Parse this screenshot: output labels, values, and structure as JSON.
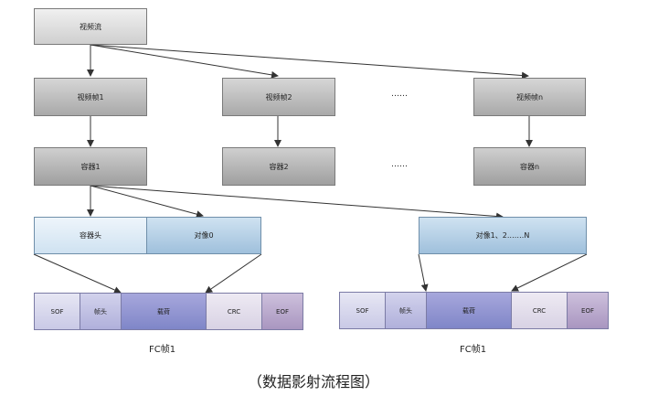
{
  "stream": "视频流",
  "frames": [
    "视频帧1",
    "视频帧2",
    "视频帧n"
  ],
  "containers": [
    "容器1",
    "容器2",
    "容器n"
  ],
  "ellipsis": "……",
  "container_header": "容器头",
  "object0": "对像0",
  "objects_rest": "对像1、2.……N",
  "fc_segments": [
    "SOF",
    "帧头",
    "载荷",
    "CRC",
    "EOF"
  ],
  "fc_label_left": "FC帧1",
  "fc_label_right": "FC帧1",
  "caption": "（数据影射流程图）"
}
